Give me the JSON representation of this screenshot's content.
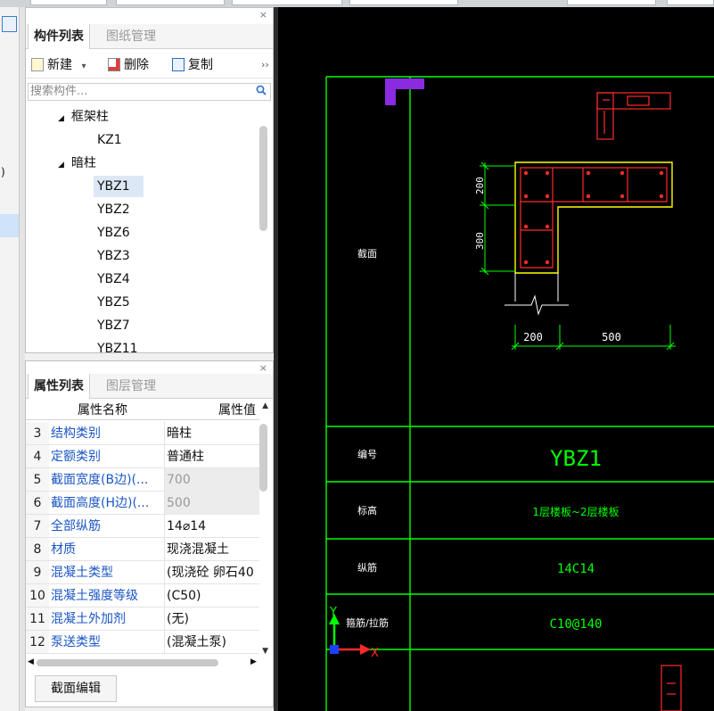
{
  "window": {
    "close_glyph": "×"
  },
  "component_panel": {
    "tabs": [
      {
        "label": "构件列表"
      },
      {
        "label": "图纸管理"
      }
    ],
    "toolbar": {
      "new_label": "新建",
      "new_arrow": "▾",
      "delete_label": "删除",
      "copy_label": "复制",
      "more_glyph": "››"
    },
    "search": {
      "placeholder": "搜索构件..."
    },
    "tree": {
      "groups": [
        {
          "label": "框架柱",
          "expand_glyph": "◢",
          "items": [
            {
              "label": "KZ1"
            }
          ]
        },
        {
          "label": "暗柱",
          "expand_glyph": "◢",
          "items": [
            {
              "label": "YBZ1"
            },
            {
              "label": "YBZ2"
            },
            {
              "label": "YBZ6"
            },
            {
              "label": "YBZ3"
            },
            {
              "label": "YBZ4"
            },
            {
              "label": "YBZ5"
            },
            {
              "label": "YBZ7"
            },
            {
              "label": "YBZ11"
            }
          ]
        }
      ],
      "selected": "YBZ1"
    }
  },
  "property_panel": {
    "tabs": [
      {
        "label": "属性列表"
      },
      {
        "label": "图层管理"
      }
    ],
    "columns": {
      "name": "属性名称",
      "value": "属性值"
    },
    "rows": [
      {
        "num": "3",
        "name": "结构类别",
        "value": "暗柱"
      },
      {
        "num": "4",
        "name": "定额类别",
        "value": "普通柱"
      },
      {
        "num": "5",
        "name": "截面宽度(B边)(...",
        "value": "700"
      },
      {
        "num": "6",
        "name": "截面高度(H边)(...",
        "value": "500"
      },
      {
        "num": "7",
        "name": "全部纵筋",
        "value": "14⌀14"
      },
      {
        "num": "8",
        "name": "材质",
        "value": "现浇混凝土"
      },
      {
        "num": "9",
        "name": "混凝土类型",
        "value": "(现浇砼 卵石40"
      },
      {
        "num": "10",
        "name": "混凝土强度等级",
        "value": "(C50)"
      },
      {
        "num": "11",
        "name": "混凝土外加剂",
        "value": "(无)"
      },
      {
        "num": "12",
        "name": "泵送类型",
        "value": "(混凝土泵)"
      }
    ],
    "section_edit_label": "截面编辑"
  },
  "left_strip": {
    "partial_digit": ")"
  },
  "cad": {
    "dim_200_v": "200",
    "dim_300_v": "300",
    "dim_200_h": "200",
    "dim_500_h": "500",
    "table_rows": [
      {
        "label": "截面",
        "value": ""
      },
      {
        "label": "编号",
        "value": "YBZ1"
      },
      {
        "label": "标高",
        "value": "1层楼板~2层楼板"
      },
      {
        "label": "纵筋",
        "value": "14C14"
      },
      {
        "label": "箍筋/拉筋",
        "value": "C10@140"
      }
    ],
    "axis_y": "Y",
    "axis_x": "X",
    "colors": {
      "bg": "#000000",
      "grid": "#00ff00",
      "rebar": "#ff2a2a",
      "outline": "#ffff00",
      "marker": "#8a2be2",
      "text": "#ffffff"
    }
  }
}
